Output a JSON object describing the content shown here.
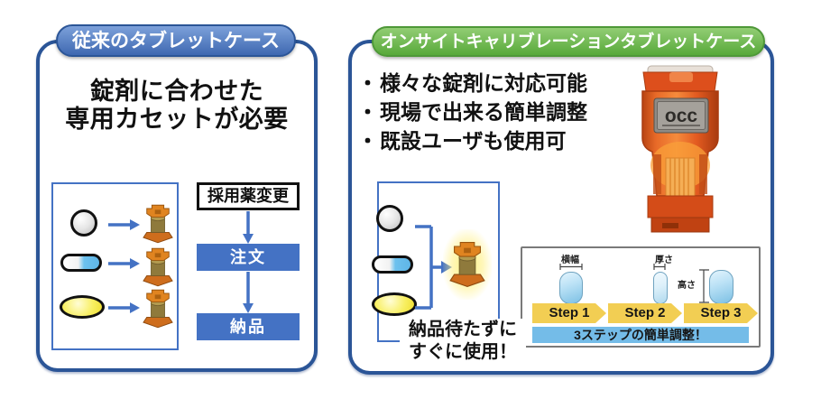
{
  "left_panel": {
    "header": "従来のタブレットケース",
    "description": {
      "line1": "錠剤に合わせた",
      "line2": "専用カセットが必要"
    },
    "flow": {
      "trigger": "採用薬変更",
      "step1": "注文",
      "step2": "納品"
    }
  },
  "right_panel": {
    "header": "オンサイトキャリブレーションタブレットケース",
    "bullet_char": "・",
    "bullets": [
      "様々な錠剤に対応可能",
      "現場で出来る簡単調整",
      "既設ユーザも使用可"
    ],
    "device_label": "occ",
    "note": {
      "line1": "納品待たずに",
      "line2": "すぐに使用！"
    },
    "adjust_box": {
      "width_label": "横幅",
      "thickness_label": "厚さ",
      "height_label": "高さ",
      "steps": [
        "Step 1",
        "Step 2",
        "Step 3"
      ],
      "caption": "3ステップの簡単調整！"
    }
  },
  "colors": {
    "panel_border": "#2B5597",
    "left_header": "#4472C4",
    "right_header": "#6ABF4A",
    "flow_fill": "#4472C4",
    "step_chevron": "#F2CE53",
    "caption_bar": "#74BCE8",
    "cassette_orange": "#D9771F",
    "device_orange": "#E05A22"
  }
}
